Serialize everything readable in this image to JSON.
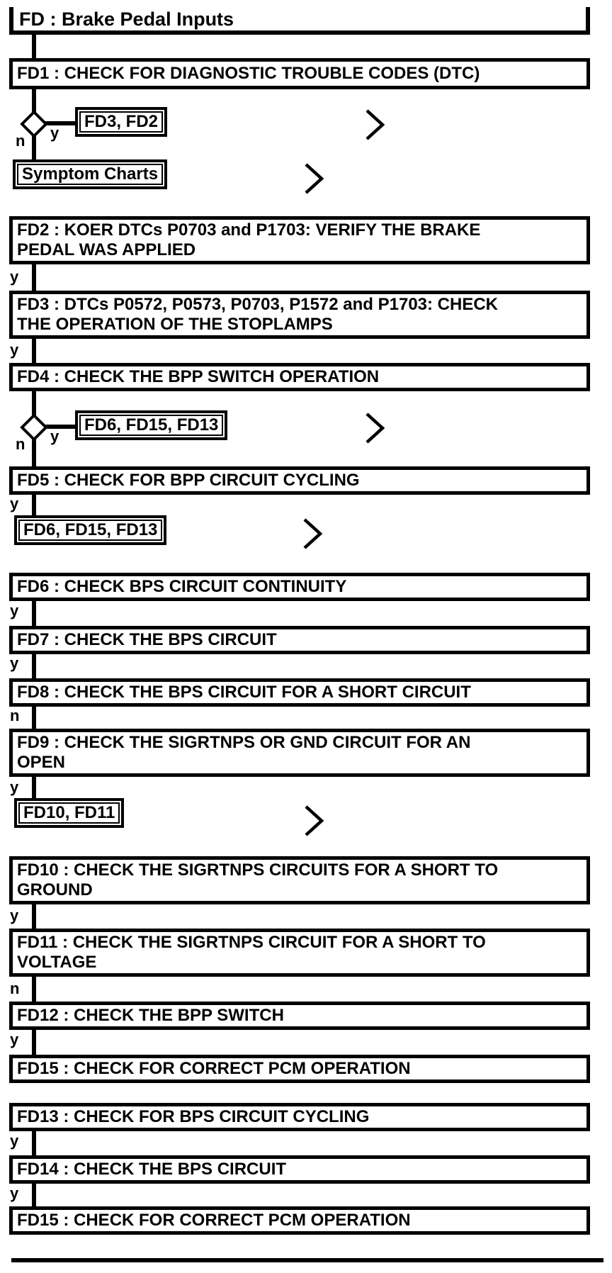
{
  "title": "FD : Brake Pedal Inputs",
  "labels": {
    "yes": "y",
    "no": "n"
  },
  "colors": {
    "line": "#000000",
    "background": "#ffffff"
  },
  "steps": {
    "fd1": "FD1 : CHECK FOR DIAGNOSTIC TROUBLE CODES (DTC)",
    "fd2": "FD2 : KOER DTCs P0703 and P1703: VERIFY THE BRAKE\nPEDAL WAS APPLIED",
    "fd3": "FD3 : DTCs P0572, P0573, P0703, P1572 and P1703: CHECK\nTHE OPERATION OF THE STOPLAMPS",
    "fd4": "FD4 : CHECK THE BPP SWITCH OPERATION",
    "fd5": "FD5 : CHECK FOR BPP CIRCUIT CYCLING",
    "fd6": "FD6 : CHECK BPS CIRCUIT CONTINUITY",
    "fd7": "FD7 : CHECK THE BPS CIRCUIT",
    "fd8": "FD8 : CHECK THE BPS CIRCUIT FOR A SHORT CIRCUIT",
    "fd9": "FD9 : CHECK THE SIGRTNPS OR GND CIRCUIT FOR AN\nOPEN",
    "fd10": "FD10 : CHECK THE SIGRTNPS CIRCUITS FOR A SHORT TO\nGROUND",
    "fd11": "FD11 : CHECK THE SIGRTNPS CIRCUIT FOR A SHORT TO\nVOLTAGE",
    "fd12": "FD12 : CHECK THE BPP SWITCH",
    "fd13": "FD13 : CHECK FOR BPS CIRCUIT CYCLING",
    "fd14": "FD14 : CHECK THE BPS CIRCUIT",
    "fd15a": "FD15 : CHECK FOR CORRECT PCM OPERATION",
    "fd15b": "FD15 : CHECK FOR CORRECT PCM OPERATION"
  },
  "links": {
    "branch1": "FD3, FD2",
    "symptom": "Symptom Charts",
    "branch2": "FD6, FD15, FD13",
    "fd5_next": "FD6, FD15, FD13",
    "fd9_next": "FD10, FD11"
  }
}
